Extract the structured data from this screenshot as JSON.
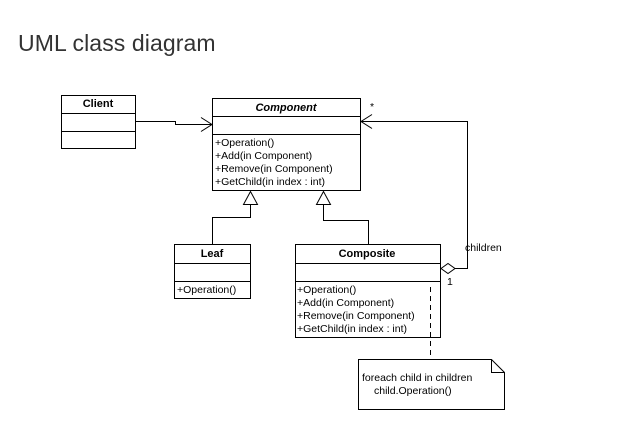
{
  "page": {
    "title": "UML class diagram"
  },
  "classes": {
    "client": {
      "name": "Client",
      "operations": []
    },
    "component": {
      "name": "Component",
      "abstract": true,
      "operations": [
        "+Operation()",
        "+Add(in Component)",
        "+Remove(in Component)",
        "+GetChild(in index : int)"
      ]
    },
    "leaf": {
      "name": "Leaf",
      "operations": [
        "+Operation()"
      ]
    },
    "composite": {
      "name": "Composite",
      "operations": [
        "+Operation()",
        "+Add(in Component)",
        "+Remove(in Component)",
        "+GetChild(in index : int)"
      ]
    }
  },
  "relations": {
    "children_label": "children",
    "multiplicity_many": "*",
    "multiplicity_one": "1"
  },
  "note": {
    "lines": [
      "foreach child in children",
      "child.Operation()"
    ]
  },
  "colors": {
    "line": "#000000",
    "background": "#ffffff",
    "title": "#333333"
  }
}
